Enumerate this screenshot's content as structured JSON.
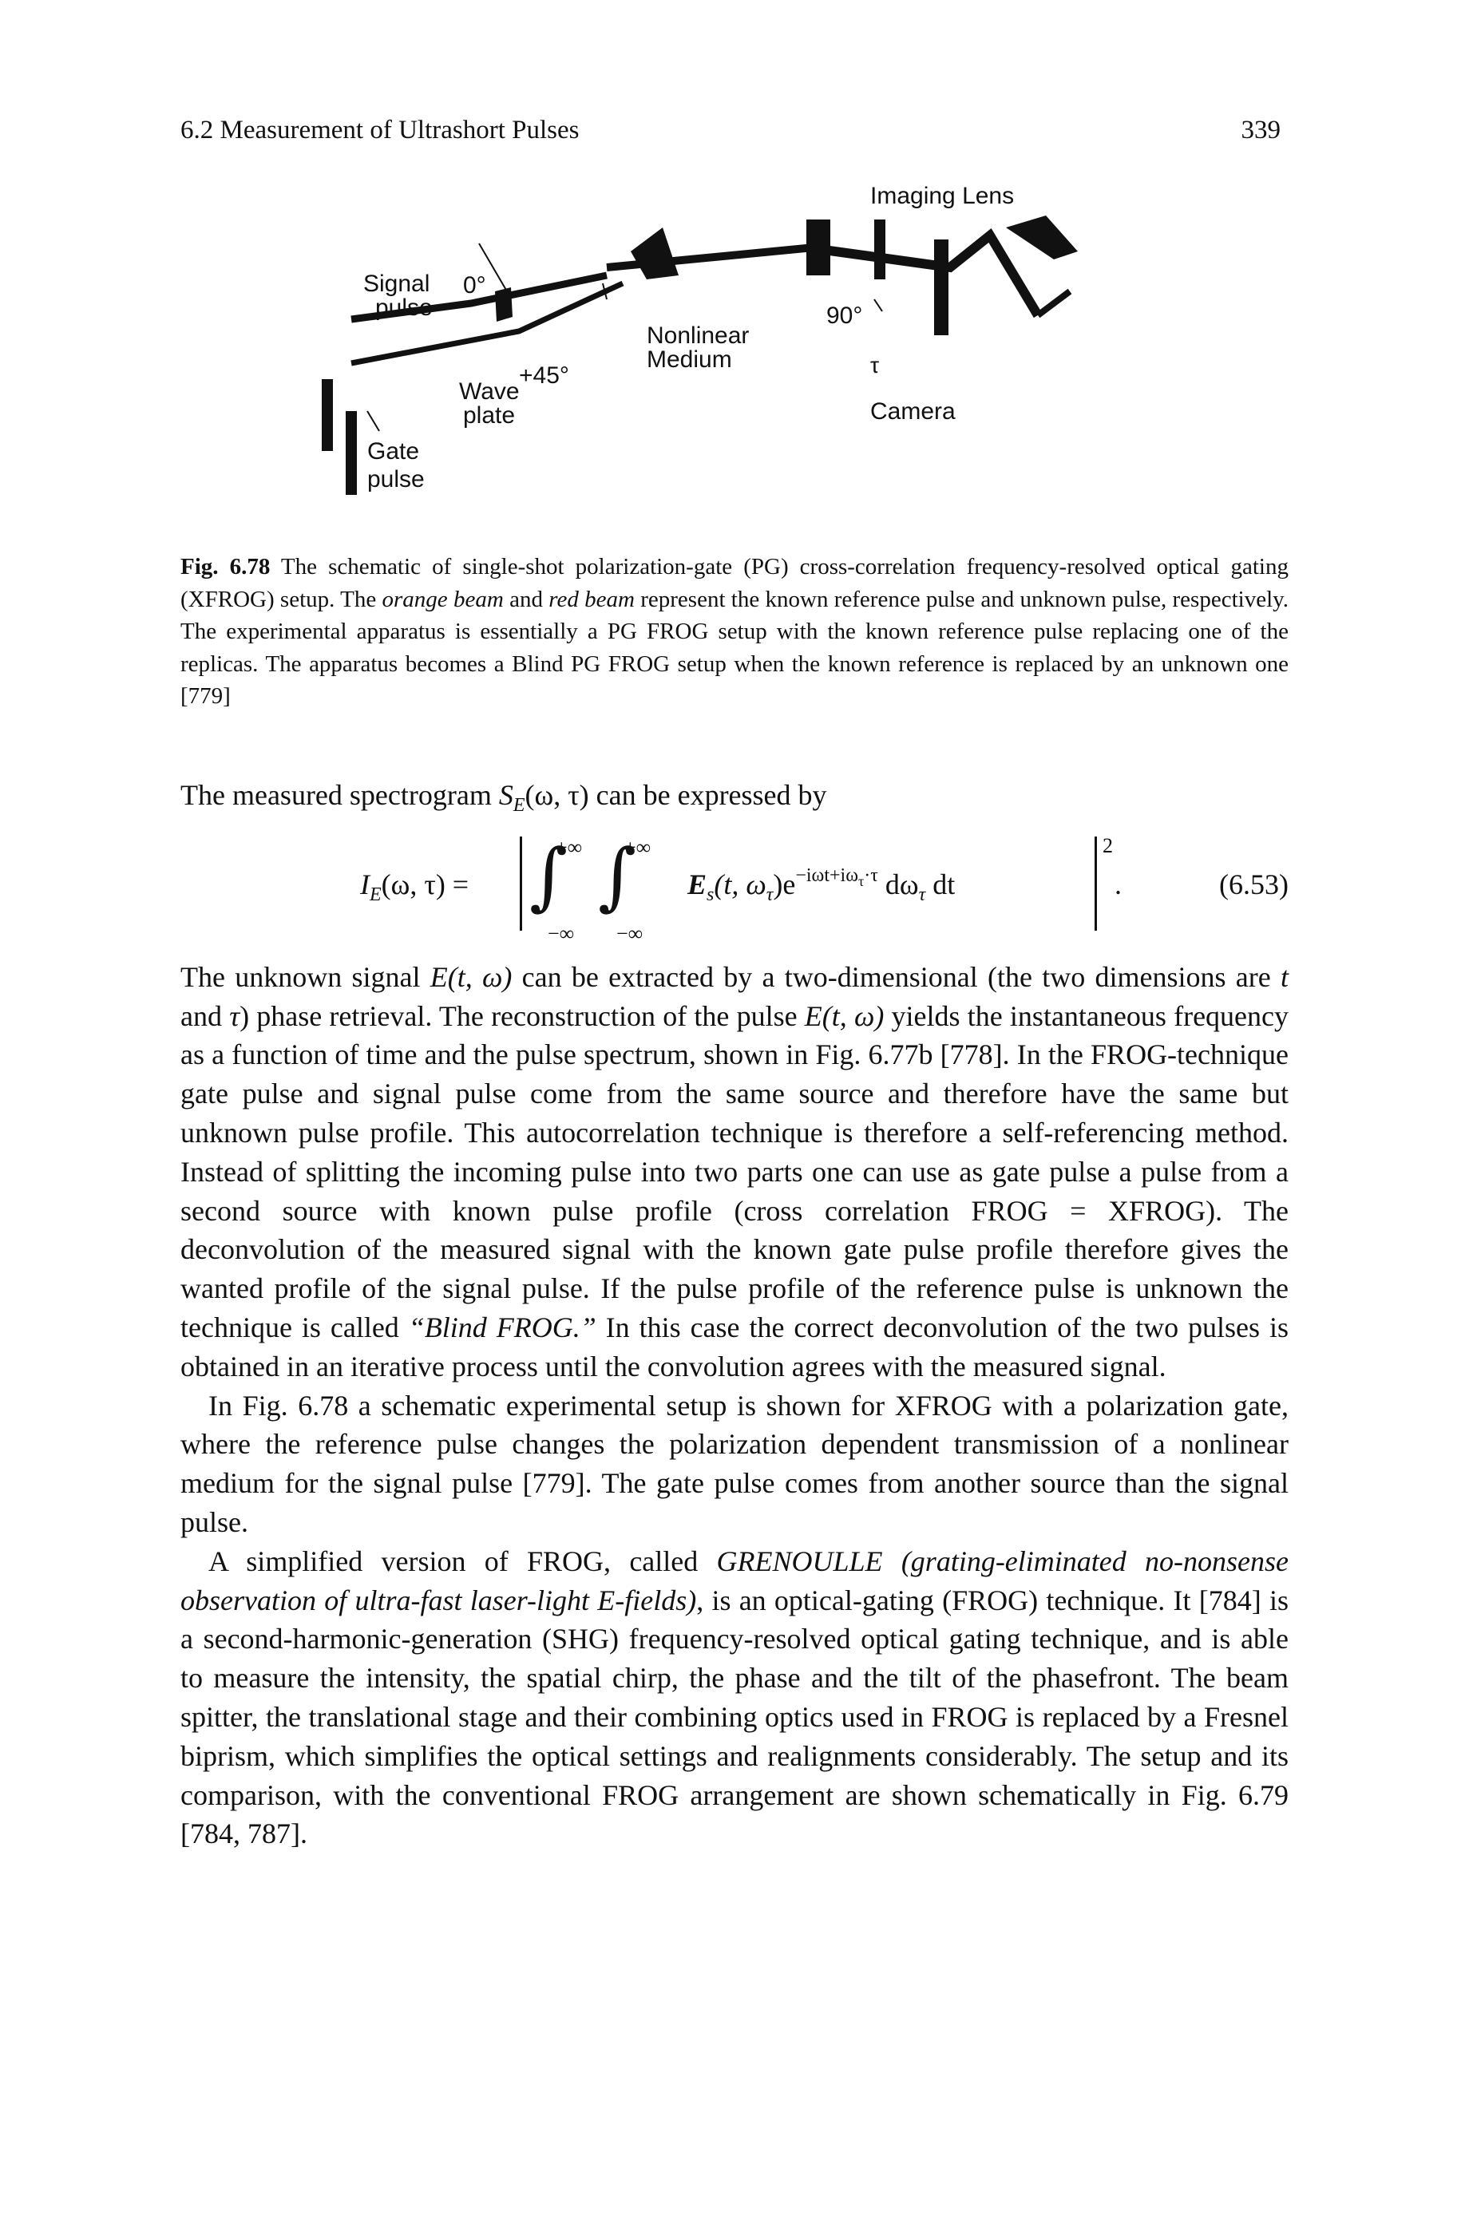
{
  "header": {
    "section_title": "6.2 Measurement of Ultrashort Pulses",
    "page_number": "339"
  },
  "figure": {
    "labels": {
      "imaging_lens": "Imaging Lens",
      "signal_pulse_1": "Signal",
      "signal_pulse_2": "pulse",
      "angle_0": "0°",
      "nonlinear_1": "Nonlinear",
      "nonlinear_2": "Medium",
      "angle_90": "90°",
      "angle_45": "+45°",
      "wave_1": "Wave",
      "wave_2": "plate",
      "camera": "Camera",
      "tau": "τ",
      "gate_1": "Gate",
      "gate_2": "pulse"
    }
  },
  "caption": {
    "label": "Fig. 6.78",
    "text_1": " The schematic of single-shot polarization-gate (PG) cross-correlation frequency-resolved optical gating (XFROG) setup. The ",
    "em_1": "orange beam",
    "text_2": " and ",
    "em_2": "red beam",
    "text_3": " represent the known reference pulse and unknown pulse, respectively. The experimental apparatus is essentially a PG FROG setup with the known reference pulse replacing one of the replicas. The apparatus becomes a Blind PG FROG setup when the known reference is replaced by an unknown one [779]"
  },
  "body": {
    "intro_text": "The measured spectrogram ",
    "intro_math": "S",
    "intro_math_sub": "E",
    "intro_math_args": "(ω, τ)",
    "intro_tail": " can be expressed by",
    "equation": {
      "lhs": "I",
      "lhs_sub": "E",
      "lhs_args": "(ω, τ) =",
      "upper_limit": "+∞",
      "lower_limit": "−∞",
      "integrand": "E",
      "integrand_sub": "s",
      "integrand_args": "(t, ω",
      "integrand_args_sub": "τ",
      "integrand_exp_base": ")e",
      "exponent": "−iωt+iω",
      "exponent_sub": "τ",
      "exponent_tail": "·τ",
      "differentials": " dω",
      "differentials_sub": "τ",
      "differentials_tail": " dt",
      "power": "2",
      "period": ".",
      "number": "(6.53)"
    },
    "p1_a": "The unknown signal ",
    "p1_m1": "E(t, ω)",
    "p1_b": " can be extracted by a two-dimensional (the two dimensions are ",
    "p1_m2": "t",
    "p1_c": " and ",
    "p1_m3": "τ",
    "p1_d": ") phase retrieval. The reconstruction of the pulse ",
    "p1_m4": "E(t, ω)",
    "p1_e": " yields the instantaneous frequency as a function of time and the pulse spectrum, shown in Fig. 6.77b [778]. In the FROG-technique gate pulse and signal pulse come from the same source and therefore have the same but unknown pulse profile. This autocorrelation technique is therefore a self-referencing method. Instead of splitting the incoming pulse into two parts one can use as gate pulse a pulse from a second source with known pulse profile (cross correlation FROG = XFROG). The deconvolution of the measured signal with the known gate pulse profile therefore gives the wanted profile of the signal pulse. If the pulse profile of the reference pulse is unknown the technique is called ",
    "p1_em": "“Blind FROG.”",
    "p1_f": " In this case the correct deconvolution of the two pulses is obtained in an iterative process until the convolution agrees with the measured signal.",
    "p2": "In Fig. 6.78 a schematic experimental setup is shown for XFROG with a polarization gate, where the reference pulse changes the polarization dependent transmission of a nonlinear medium for the signal pulse [779]. The gate pulse comes from another source than the signal pulse.",
    "p3_a": "A simplified version of FROG, called ",
    "p3_em": "GRENOULLE (grating-eliminated no-nonsense observation of ultra-fast laser-light E-fields)",
    "p3_b": ", is an optical-gating (FROG) technique. It [784] is a second-harmonic-generation (SHG) frequency-resolved optical gating technique, and is able to measure the intensity, the spatial chirp, the phase and the tilt of the phasefront. The beam spitter, the translational stage and their combining optics used in FROG is replaced by a Fresnel biprism, which simplifies the optical settings and realignments considerably. The setup and its comparison, with the conventional FROG arrangement are shown schematically in Fig. 6.79 [784, 787]."
  }
}
